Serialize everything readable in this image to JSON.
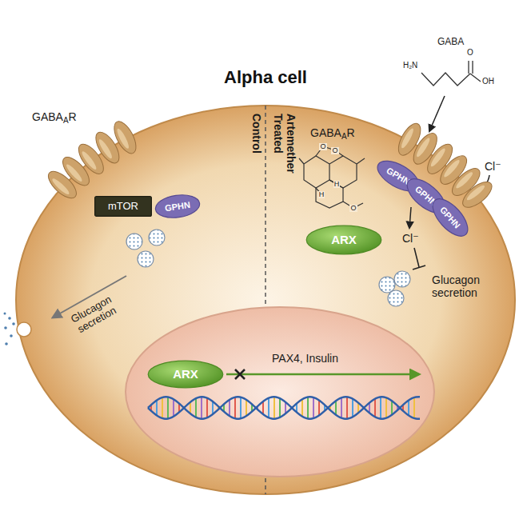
{
  "diagram": {
    "title": "Alpha cell",
    "nodes": [
      {
        "text": [
          "Control",
          "Artemether Treated"
        ]
      },
      {
        "text": [
          "PAX4, Insulin"
        ],
        "in": 0
      },
      {
        "text": [
          "mTOR"
        ],
        "in": 0
      },
      {
        "text": [
          "GPHN"
        ],
        "in": 0
      },
      {
        "text": [
          "ARX"
        ],
        "in": 1
      },
      {
        "text": [
          "ARX"
        ],
        "in": 0
      },
      {
        "text": [
          "GPHN"
        ],
        "in": 0
      },
      {
        "text": [
          "GPHN"
        ],
        "in": 0
      },
      {
        "text": [
          "GPHN"
        ],
        "in": 0
      }
    ],
    "labels": [
      "GABA",
      "A",
      "R",
      "Glucagon secretion",
      "GABA",
      "A",
      "R",
      "O",
      "O",
      "H",
      "O",
      "H",
      "GABA",
      "H₂N",
      "O",
      "OH",
      "Cl⁻",
      "Cl⁻",
      "Glucagon secretion"
    ]
  }
}
